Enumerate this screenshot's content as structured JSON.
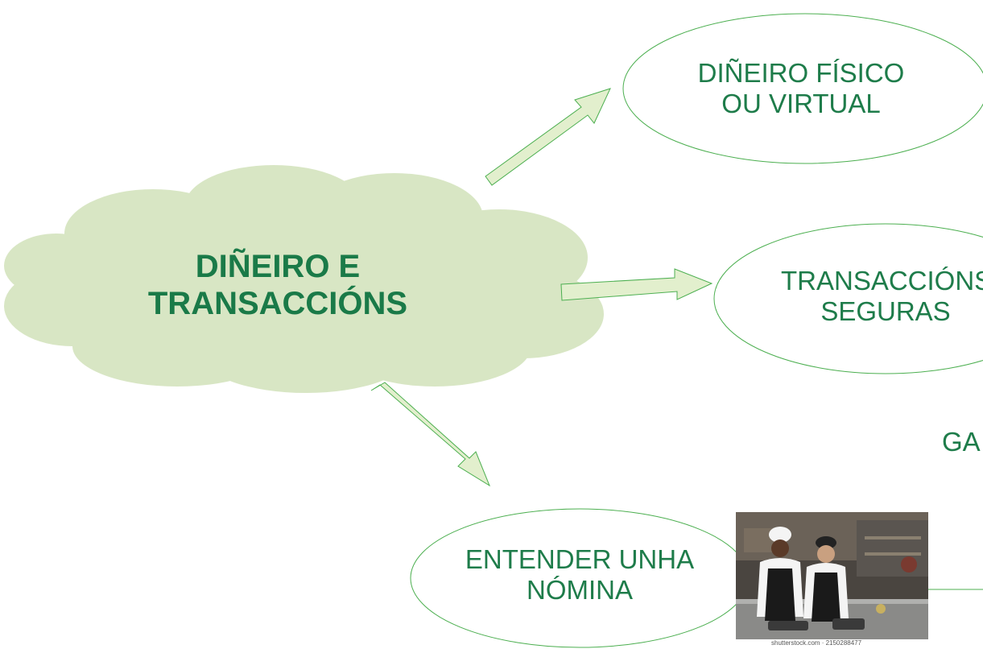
{
  "main_topic": {
    "line1": "DIÑEIRO E",
    "line2": "TRANSACCIÓNS"
  },
  "nodes": {
    "physical": {
      "line1": "DIÑEIRO FÍSICO",
      "line2": "OU VIRTUAL"
    },
    "secure": {
      "line1": "TRANSACCIÓNS",
      "line2": "SEGURAS"
    },
    "payroll": {
      "line1": "ENTENDER UNHA",
      "line2": "NÓMINA"
    },
    "partial": {
      "text": "GA"
    }
  },
  "image": {
    "description_icon": "chefs-kitchen-photo",
    "credit": "shutterstock.com · 2150288477"
  },
  "colors": {
    "cloud_fill": "#d8e6c4",
    "arrow_fill": "#e2efcd",
    "arrow_stroke": "#4caf50",
    "ellipse_stroke": "#4caf50",
    "text": "#1e7c4a"
  }
}
